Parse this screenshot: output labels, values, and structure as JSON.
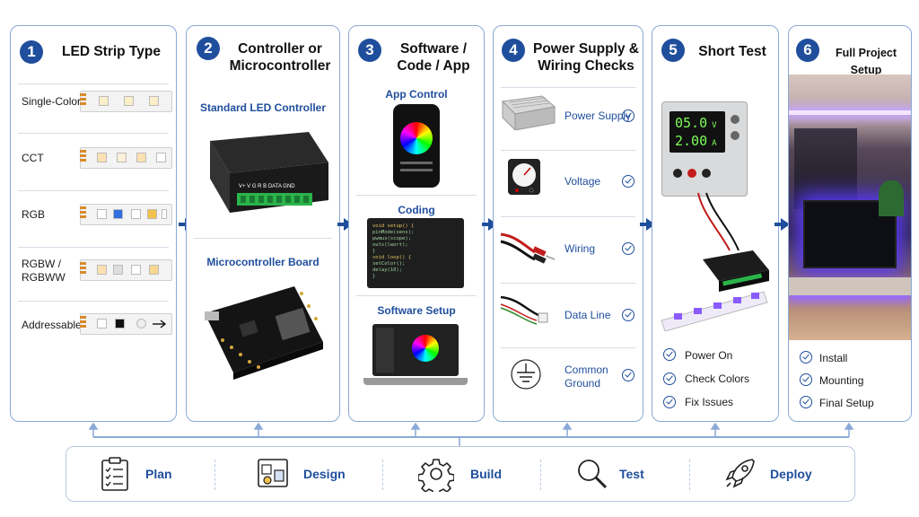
{
  "cards": [
    {
      "number": "1",
      "title": "LED Strip Type",
      "rows": [
        "Single-Color",
        "CCT",
        "RGB",
        "RGBW /\nRGBWW",
        "Addressable"
      ]
    },
    {
      "number": "2",
      "title": "Controller or\nMicrocontroller",
      "sections": [
        "Standard LED Controller",
        "Microcontroller Board"
      ],
      "controller_label": "V+ V G R B  DATA GND"
    },
    {
      "number": "3",
      "title": "Software /\nCode / App",
      "sections": [
        "App Control",
        "Coding",
        "Software Setup"
      ],
      "code_lines": [
        "void setup() {",
        "  pinMode(sens);",
        "  pwmus(scope);",
        "  outs(lwort);",
        "}",
        "",
        "void loop() {",
        "  setColor();",
        "  delay(10);",
        "}"
      ]
    },
    {
      "number": "4",
      "title": "Power Supply &\nWiring Checks",
      "rows": [
        "Power Supply",
        "Voltage",
        "Wiring",
        "Data Line",
        "Common\nGround"
      ]
    },
    {
      "number": "5",
      "title": "Short Test",
      "meter": {
        "top": "05.0",
        "top_unit": "V",
        "bottom": "2.00",
        "bottom_unit": "A"
      },
      "checks": [
        "Power On",
        "Check Colors",
        "Fix Issues"
      ]
    },
    {
      "number": "6",
      "title": "Full Project Setup",
      "checks": [
        "Install",
        "Mounting",
        "Final Setup"
      ]
    }
  ],
  "workflow": [
    "Plan",
    "Design",
    "Build",
    "Test",
    "Deploy"
  ],
  "colors": {
    "accent": "#1f4e9c",
    "border": "#8aa9d6"
  }
}
